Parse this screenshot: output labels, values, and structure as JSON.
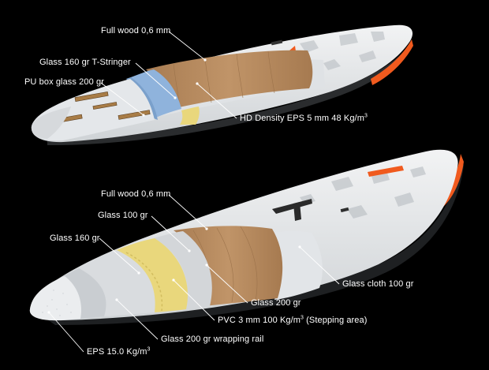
{
  "top_board": {
    "labels": {
      "full_wood": "Full wood 0,6 mm",
      "glass_t_stringer": "Glass 160 gr T-Stringer",
      "pu_box": "PU box glass 200 gr",
      "hd_density": "HD Density EPS 5 mm 48 Kg/m",
      "hd_density_sup": "3"
    }
  },
  "bottom_board": {
    "labels": {
      "full_wood": "Full wood 0,6 mm",
      "glass_100": "Glass 100 gr",
      "glass_160": "Glass 160 gr",
      "glass_cloth": "Glass cloth 100 gr",
      "glass_200": "Glass 200 gr",
      "pvc": "PVC 3 mm 100 Kg/m",
      "pvc_sup": "3",
      "pvc_suffix": " (Stepping area)",
      "wrapping_rail": "Glass 200 gr wrapping rail",
      "eps": "EPS 15.0 Kg/m",
      "eps_sup": "3"
    }
  },
  "colors": {
    "background": "#000000",
    "wood": "#b98c62",
    "blue_eps": "#8fb3dc",
    "yellow_pvc": "#e9d77c",
    "board_white": "#e6e8ea",
    "orange_accent": "#f05a1e",
    "leader": "#ffffff"
  }
}
